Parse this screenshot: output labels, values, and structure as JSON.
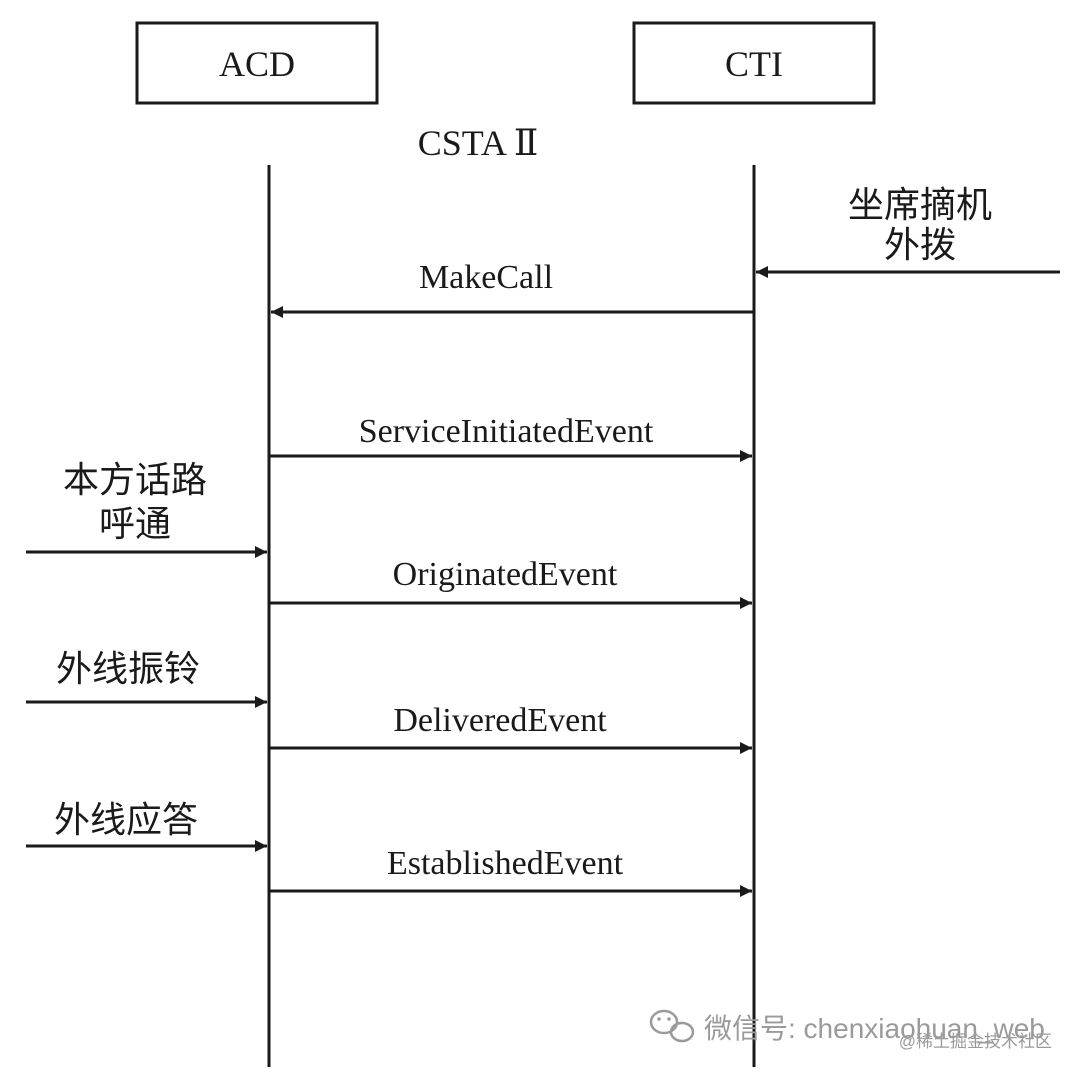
{
  "entities": {
    "acd": "ACD",
    "cti": "CTI"
  },
  "protocol_label": "CSTA Ⅱ",
  "external_events": {
    "agent_offhook_line1": "坐席摘机",
    "agent_offhook_line2": "外拨",
    "local_connect_line1": "本方话路",
    "local_connect_line2": "呼通",
    "outside_ringing": "外线振铃",
    "outside_answer": "外线应答"
  },
  "messages": {
    "make_call": "MakeCall",
    "service_initiated": "ServiceInitiatedEvent",
    "originated": "OriginatedEvent",
    "delivered": "DeliveredEvent",
    "established": "EstablishedEvent"
  },
  "watermark": {
    "wechat": "微信号: chenxiaohuan_web",
    "community": "@稀土掘金技术社区"
  },
  "colors": {
    "line": "#1a1a1a",
    "text": "#1a1a1a",
    "watermark": "#9a9a9a"
  }
}
